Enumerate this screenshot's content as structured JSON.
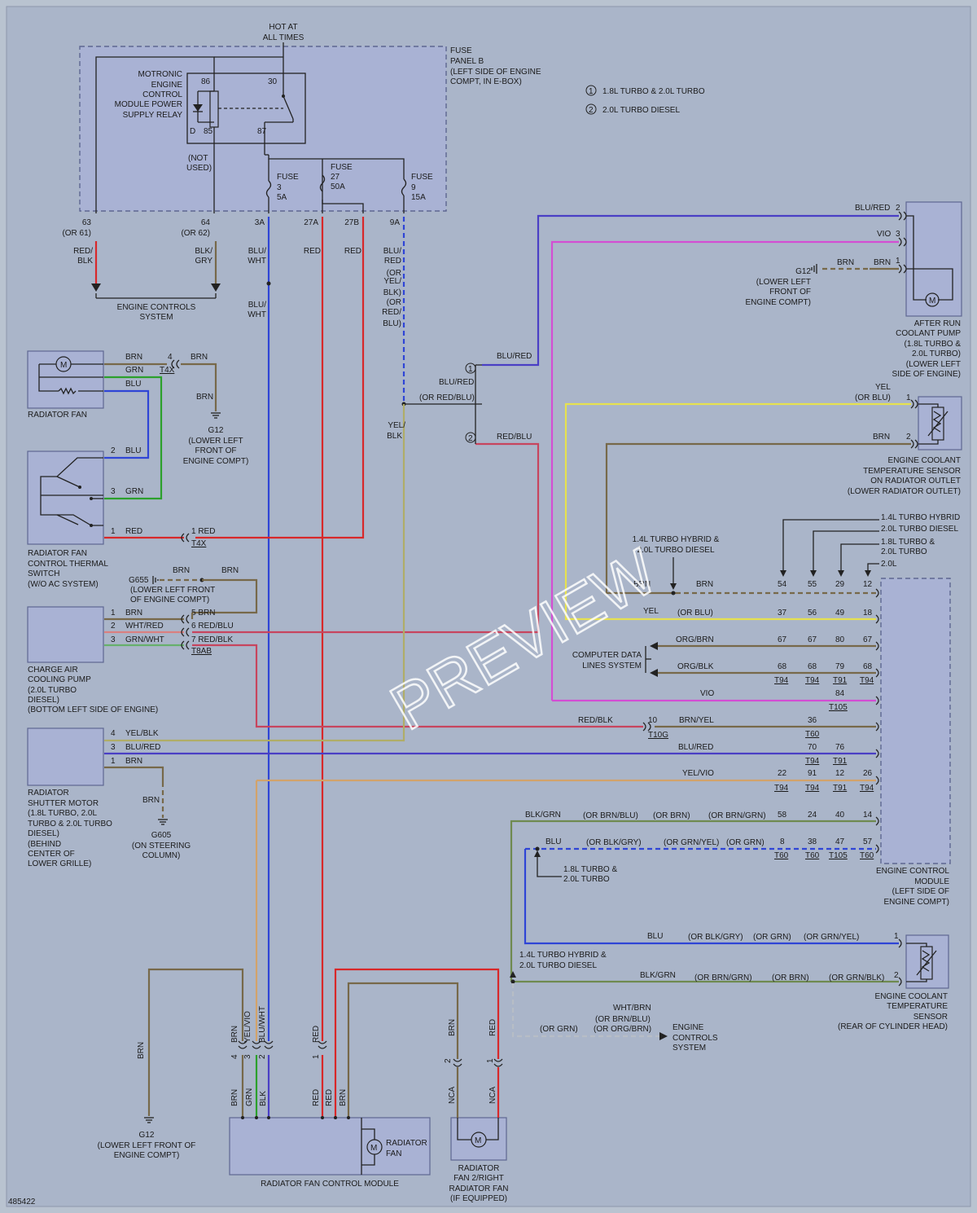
{
  "doc_id": "485422",
  "watermark": "PREVIEW",
  "legend": [
    {
      "num": "1",
      "text": "1.8L TURBO & 2.0L TURBO"
    },
    {
      "num": "2",
      "text": "2.0L TURBO DIESEL"
    }
  ],
  "fuse_panel": {
    "hot": [
      "HOT AT",
      "ALL TIMES"
    ],
    "label": [
      "FUSE",
      "PANEL B",
      "(LEFT SIDE OF ENGINE",
      "COMPT, IN E-BOX)"
    ],
    "relay": [
      "MOTRONIC",
      "ENGINE",
      "CONTROL",
      "MODULE POWER",
      "SUPPLY RELAY"
    ],
    "pin86": "86",
    "pin30": "30",
    "pin85": "85",
    "pin87": "87",
    "pinD": "D",
    "not_used": [
      "(NOT",
      "USED)"
    ],
    "fuse3": [
      "FUSE",
      "3",
      "5A"
    ],
    "fuse27": [
      "FUSE",
      "27",
      "50A"
    ],
    "fuse9": [
      "FUSE",
      "9",
      "15A"
    ],
    "t63": "63",
    "t63b": "(OR 61)",
    "t64": "64",
    "t64b": "(OR 62)",
    "t3a": "3A",
    "t27a": "27A",
    "t27b": "27B",
    "t9a": "9A",
    "w63": [
      "RED/",
      "BLK"
    ],
    "w64": [
      "BLK/",
      "GRY"
    ],
    "w3a": [
      "BLU/",
      "WHT"
    ],
    "w3a2": [
      "BLU/",
      "WHT"
    ],
    "w27a": "RED",
    "w27b": "RED",
    "w9a": [
      "BLU/",
      "RED",
      "(OR",
      "YEL/",
      "BLK)",
      "(OR",
      "RED/",
      "BLU)"
    ],
    "ecs": [
      "ENGINE CONTROLS",
      "SYSTEM"
    ]
  },
  "radiator_fan": {
    "label": "RADIATOR FAN",
    "w1": "BRN",
    "w2": "GRN",
    "w3": "BLU",
    "pin4": "4",
    "c4": "T4X",
    "w4": "BRN",
    "w5": "BRN",
    "ground": [
      "G12",
      "(LOWER LEFT",
      "FRONT OF",
      "ENGINE COMPT)"
    ]
  },
  "thermal_switch": {
    "label": [
      "RADIATOR FAN",
      "CONTROL THERMAL",
      "SWITCH",
      "(W/O AC SYSTEM)"
    ],
    "p2": "2",
    "w2": "BLU",
    "p3": "3",
    "w3": "GRN",
    "p1": "1",
    "w1": "RED",
    "p1b": "1 RED",
    "c1": "T4X"
  },
  "g655": {
    "label": [
      "G655",
      "(LOWER LEFT FRONT",
      "OF ENGINE COMPT)"
    ],
    "w1": "BRN",
    "w2": "BRN"
  },
  "charge_pump": {
    "label": [
      "CHARGE AIR",
      "COOLING PUMP",
      "(2.0L TURBO",
      "DIESEL)",
      "(BOTTOM LEFT SIDE OF ENGINE)"
    ],
    "p1": "1",
    "w1": "BRN",
    "p2": "2",
    "w2": "WHT/RED",
    "p3": "3",
    "w3": "GRN/WHT",
    "c5": "5 BRN",
    "c6": "6 RED/BLU",
    "c7": "7 RED/BLK",
    "conn": "T8AB"
  },
  "shutter": {
    "label": [
      "RADIATOR",
      "SHUTTER MOTOR",
      "(1.8L TURBO, 2.0L",
      "TURBO & 2.0L TURBO",
      "DIESEL)",
      "(BEHIND",
      "CENTER OF",
      "LOWER GRILLE)"
    ],
    "p4": "4",
    "w4": "YEL/BLK",
    "p3": "3",
    "w3": "BLU/RED",
    "p1": "1",
    "w1": "BRN",
    "w5": "BRN",
    "ground": [
      "G605",
      "(ON STEERING",
      "COLUMN)"
    ]
  },
  "after_pump": {
    "label": [
      "AFTER RUN",
      "COOLANT PUMP",
      "(1.8L TURBO &",
      "2.0L TURBO)",
      "(LOWER LEFT",
      "SIDE OF ENGINE)"
    ],
    "w2": "BLU/RED",
    "p2": "2",
    "w3": "VIO",
    "p3": "3",
    "w1": "BRN",
    "w1b": "BRN",
    "p1": "1",
    "ground": [
      "G12",
      "(LOWER LEFT",
      "FRONT OF",
      "ENGINE COMPT)"
    ]
  },
  "split": {
    "c1": "1",
    "c2": "2",
    "w_a": "BLU/RED",
    "w_b": "BLU/RED",
    "w_c": "(OR RED/BLU)",
    "w_d": "RED/BLU",
    "yb": [
      "YEL/",
      "BLK"
    ]
  },
  "ects1": {
    "label": [
      "ENGINE COOLANT",
      "TEMPERATURE SENSOR",
      "ON RADIATOR OUTLET",
      "(LOWER RADIATOR OUTLET)"
    ],
    "w1": "YEL",
    "w1b": "(OR BLU)",
    "p1": "1",
    "w2": "BRN",
    "p2": "2"
  },
  "ecm": {
    "label": [
      "ENGINE CONTROL",
      "MODULE",
      "(LEFT SIDE OF",
      "ENGINE COMPT)"
    ],
    "variants": [
      "1.4L TURBO HYBRID",
      "2.0L TURBO DIESEL",
      "1.8L TURBO &",
      "2.0L TURBO",
      "2.0L"
    ],
    "v14": [
      "1.4L TURBO HYBRID &",
      "2.0L TURBO DIESEL"
    ],
    "cols": [
      "54",
      "55",
      "29",
      "12"
    ],
    "r_brn": [
      "BRN",
      "BRN"
    ],
    "r_yel": [
      "YEL",
      "(OR BLU)",
      "37",
      "56",
      "49",
      "18"
    ],
    "r_ob": [
      "ORG/BRN",
      "67",
      "67",
      "80",
      "67"
    ],
    "r_obk": [
      "ORG/BLK",
      "68",
      "68",
      "79",
      "68"
    ],
    "r_obk_c": [
      "T94",
      "T94",
      "T91",
      "T94"
    ],
    "cdls": [
      "COMPUTER DATA",
      "LINES SYSTEM"
    ],
    "r_vio": [
      "VIO",
      "84",
      "T105"
    ],
    "r_rbk": [
      "RED/BLK",
      "10",
      "T10G",
      "BRN/YEL",
      "36",
      "T60"
    ],
    "r_br": [
      "BLU/RED",
      "70",
      "76",
      "T94",
      "T91"
    ],
    "r_yv": [
      "YEL/VIO",
      "22",
      "91",
      "12",
      "26",
      "T94",
      "T94",
      "T91",
      "T94"
    ],
    "r_bg": [
      "BLK/GRN",
      "(OR BRN/BLU)",
      "(OR BRN)",
      "(OR BRN/GRN)",
      "58",
      "24",
      "40",
      "14"
    ],
    "r_bl": [
      "BLU",
      "(OR BLK/GRY)",
      "(OR GRN/YEL)",
      "(OR GRN)",
      "8",
      "38",
      "47",
      "57",
      "T60",
      "T60",
      "T105",
      "T60"
    ],
    "note18": [
      "1.8L TURBO &",
      "2.0L TURBO"
    ]
  },
  "ects2": {
    "label": [
      "ENGINE COOLANT",
      "TEMPERATURE",
      "SENSOR",
      "(REAR OF CYLINDER HEAD)"
    ],
    "r1": [
      "BLU",
      "(OR BLK/GRY)",
      "(OR GRN)",
      "(OR GRN/YEL)",
      "1"
    ],
    "r2": [
      "BLK/GRN",
      "(OR BRN/GRN)",
      "(OR BRN)",
      "(OR GRN/BLK)",
      "2"
    ],
    "note": [
      "1.4L TURBO HYBRID &",
      "2.0L TURBO DIESEL"
    ],
    "wb": [
      "WHT/BRN",
      "(OR BRN/BLU)",
      "(OR ORG/BRN)"
    ],
    "orgrn": "(OR GRN)",
    "ecs": [
      "ENGINE",
      "CONTROLS",
      "SYSTEM"
    ]
  },
  "fcm": {
    "label": "RADIATOR FAN CONTROL MODULE",
    "fan": [
      "RADIATOR",
      "FAN"
    ],
    "top": [
      "BRN",
      "YEL/VIO",
      "BLU/WHT",
      "RED"
    ],
    "pins": [
      "4",
      "3",
      "2",
      "1"
    ],
    "bot": [
      "BRN",
      "GRN",
      "BLK",
      "RED",
      "RED",
      "BRN"
    ],
    "g12": [
      "G12",
      "(LOWER LEFT FRONT OF",
      "ENGINE COMPT)"
    ],
    "g12w": "BRN"
  },
  "fan2": {
    "label": [
      "RADIATOR",
      "FAN 2/RIGHT",
      "RADIATOR FAN",
      "(IF EQUIPPED)"
    ],
    "w1": "BRN",
    "w2": "RED",
    "p2": "2",
    "p1": "1",
    "n1": "NCA",
    "n2": "NCA"
  }
}
